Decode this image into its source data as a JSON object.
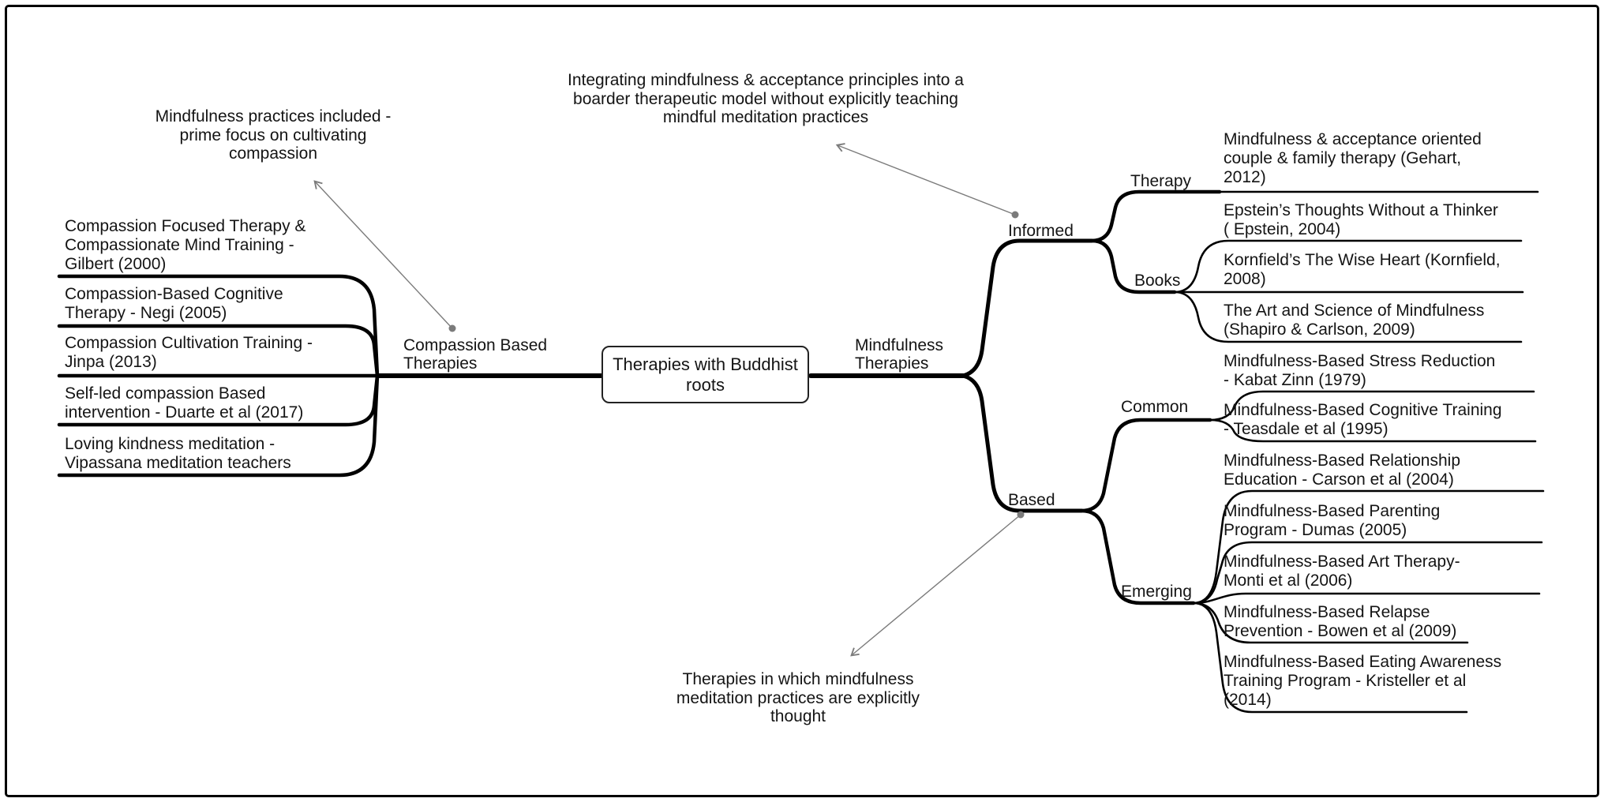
{
  "root": {
    "label": "Therapies with Buddhist roots"
  },
  "left": {
    "label_lines": [
      "Compassion Based",
      "Therapies"
    ],
    "leaves": [
      {
        "lines": [
          "Compassion Focused Therapy &",
          "Compassionate Mind Training -",
          "Gilbert (2000)"
        ]
      },
      {
        "lines": [
          "Compassion-Based Cognitive",
          "Therapy - Negi (2005)"
        ]
      },
      {
        "lines": [
          "Compassion Cultivation Training -",
          "Jinpa (2013)"
        ]
      },
      {
        "lines": [
          "Self-led compassion Based",
          "intervention - Duarte et al (2017)"
        ]
      },
      {
        "lines": [
          "Loving kindness meditation -",
          "Vipassana meditation teachers"
        ]
      }
    ]
  },
  "right": {
    "label_lines": [
      "Mindfulness",
      "Therapies"
    ],
    "informed": {
      "label": "Informed",
      "therapy": {
        "label": "Therapy",
        "leaves": [
          {
            "lines": [
              "Mindfulness & acceptance oriented",
              "couple & family therapy (Gehart,",
              "2012)"
            ]
          }
        ]
      },
      "books": {
        "label": "Books",
        "leaves": [
          {
            "lines": [
              "Epstein’s Thoughts Without a Thinker",
              "( Epstein, 2004)"
            ]
          },
          {
            "lines": [
              "Kornfield’s The Wise Heart (Kornfield,",
              "2008)"
            ]
          },
          {
            "lines": [
              "The Art and Science of Mindfulness",
              "(Shapiro & Carlson, 2009)"
            ]
          }
        ]
      }
    },
    "based": {
      "label": "Based",
      "common": {
        "label": "Common",
        "leaves": [
          {
            "lines": [
              "Mindfulness-Based Stress Reduction",
              "- Kabat Zinn (1979)"
            ]
          },
          {
            "lines": [
              "Mindfulness-Based Cognitive Training",
              "- Teasdale et al (1995)"
            ]
          }
        ]
      },
      "emerging": {
        "label": "Emerging",
        "leaves": [
          {
            "lines": [
              "Mindfulness-Based Relationship",
              "Education - Carson et al (2004)"
            ]
          },
          {
            "lines": [
              "Mindfulness-Based Parenting",
              "Program - Dumas (2005)"
            ]
          },
          {
            "lines": [
              "Mindfulness-Based Art Therapy-",
              "Monti et al (2006)"
            ]
          },
          {
            "lines": [
              "Mindfulness-Based Relapse",
              "Prevention - Bowen et al (2009)"
            ]
          },
          {
            "lines": [
              "Mindfulness-Based Eating Awareness",
              "Training Program - Kristeller et al",
              "(2014)"
            ]
          }
        ]
      }
    }
  },
  "annotations": {
    "compassion_note": {
      "lines": [
        "Mindfulness practices included -",
        "prime focus on cultivating",
        "compassion"
      ]
    },
    "informed_note": {
      "lines": [
        "Integrating mindfulness & acceptance principles into a",
        "boarder therapeutic model without explicitly teaching",
        "mindful meditation practices"
      ]
    },
    "based_note": {
      "lines": [
        "Therapies in which mindfulness",
        "meditation practices are explicitly",
        "thought"
      ]
    }
  },
  "colors": {
    "line": "#000000",
    "annotation_gray": "#7b7b7b",
    "text": "#141414"
  }
}
